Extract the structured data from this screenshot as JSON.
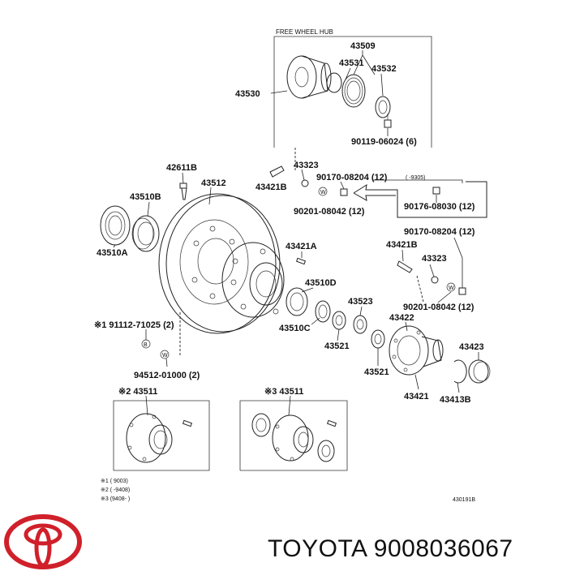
{
  "diagram": {
    "section_title": "FREE WHEEL HUB",
    "drawing_code": "430191B",
    "parts": {
      "p43509": "43509",
      "p43531": "43531",
      "p43532": "43532",
      "p43530": "43530",
      "p90119": "90119-06024 (6)",
      "p42611B": "42611B",
      "p43512": "43512",
      "p43323a": "43323",
      "p43421Ba": "43421B",
      "p90170a": "90170-08204 (12)",
      "p9305": "(      -9305)",
      "p90201a": "90201-08042 (12)",
      "p90176": "90176-08030 (12)",
      "p43510B": "43510B",
      "p43510A": "43510A",
      "p43421A": "43421A",
      "p90170b": "90170-08204 (12)",
      "p43421Bb": "43421B",
      "p43323b": "43323",
      "p43510D": "43510D",
      "p90201b": "90201-08042 (12)",
      "p43523": "43523",
      "p43422": "43422",
      "p43510C": "43510C",
      "p91112": "※1 91112-71025 (2)",
      "p43521a": "43521",
      "p43423": "43423",
      "p43521b": "43521",
      "p94512": "94512-01000 (2)",
      "p43421": "43421",
      "p43413B": "43413B",
      "p43511a": "※2 43511",
      "p43511b": "※3 43511"
    },
    "markers": {
      "b": "B",
      "w": "W"
    },
    "notes": [
      "※1 (          9003)",
      "※2 (          -9408)",
      "※3 (9408-          )"
    ]
  },
  "footer": {
    "brand": "TOYOTA",
    "part_number": "9008036067",
    "logo_color": "#d0202a"
  }
}
